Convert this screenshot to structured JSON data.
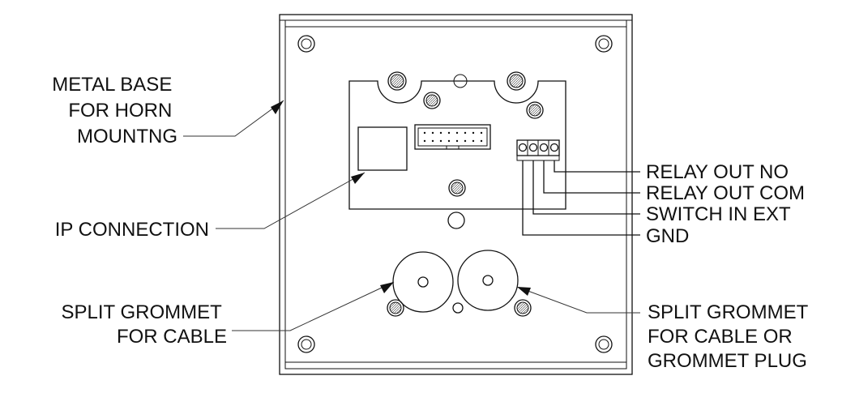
{
  "labels": {
    "metal_base": [
      "METAL BASE",
      "FOR HORN",
      "MOUNTNG"
    ],
    "ip_connection": "IP CONNECTION",
    "split_grommet_left": [
      "SPLIT GROMMET",
      "FOR CABLE"
    ],
    "split_grommet_right": [
      "SPLIT GROMMET",
      "FOR CABLE OR",
      "GROMMET PLUG"
    ],
    "relay_out_no": "RELAY OUT NO",
    "relay_out_com": "RELAY OUT COM",
    "switch_in_ext": "SWITCH IN EXT",
    "gnd": "GND"
  },
  "colors": {
    "line": "#111111",
    "background": "#ffffff"
  }
}
